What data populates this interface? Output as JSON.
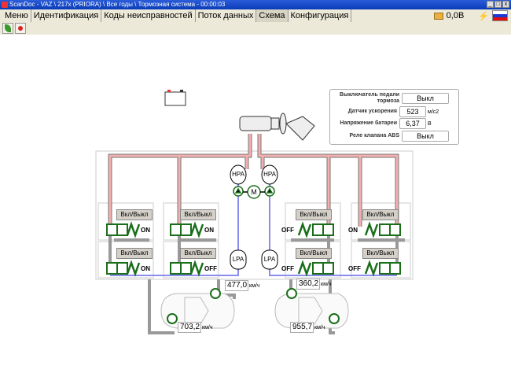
{
  "window": {
    "title": "ScanDoc - VAZ \\ 217x (PRIORA) \\ Все годы \\ Тормозная система - 00:00:03"
  },
  "menu": {
    "tabs": [
      {
        "label": "Меню"
      },
      {
        "label": "Идентификация"
      },
      {
        "label": "Коды неисправностей"
      },
      {
        "label": "Поток данных"
      },
      {
        "label": "Схема",
        "active": true
      },
      {
        "label": "Конфигурация"
      }
    ]
  },
  "status": {
    "voltage": "0,0В"
  },
  "params": [
    {
      "label": "Выключатель педали тормоза",
      "value": "Выкл",
      "unit": ""
    },
    {
      "label": "Датчик ускорения",
      "value": "523",
      "unit": "м/с2"
    },
    {
      "label": "Напряжение батареи",
      "value": "6,37",
      "unit": "В"
    },
    {
      "label": "Реле клапана ABS",
      "value": "Выкл",
      "unit": ""
    }
  ],
  "valves": {
    "button_label": "Вкл/Выкл",
    "states": [
      "ON",
      "ON",
      "OFF",
      "ON",
      "ON",
      "OFF",
      "OFF",
      "OFF"
    ]
  },
  "hydraulics": {
    "hpa": "HPA",
    "lpa": "LPA",
    "motor": "M"
  },
  "speeds": [
    {
      "value": "477,0",
      "unit": "км/ч"
    },
    {
      "value": "360,2",
      "unit": "км/ч"
    },
    {
      "value": "703,2",
      "unit": "км/ч"
    },
    {
      "value": "955,7",
      "unit": "км/ч"
    }
  ],
  "colors": {
    "pressure": "#f08c8c",
    "return": "#8c8cf0",
    "valve": "#1a6e1a"
  }
}
